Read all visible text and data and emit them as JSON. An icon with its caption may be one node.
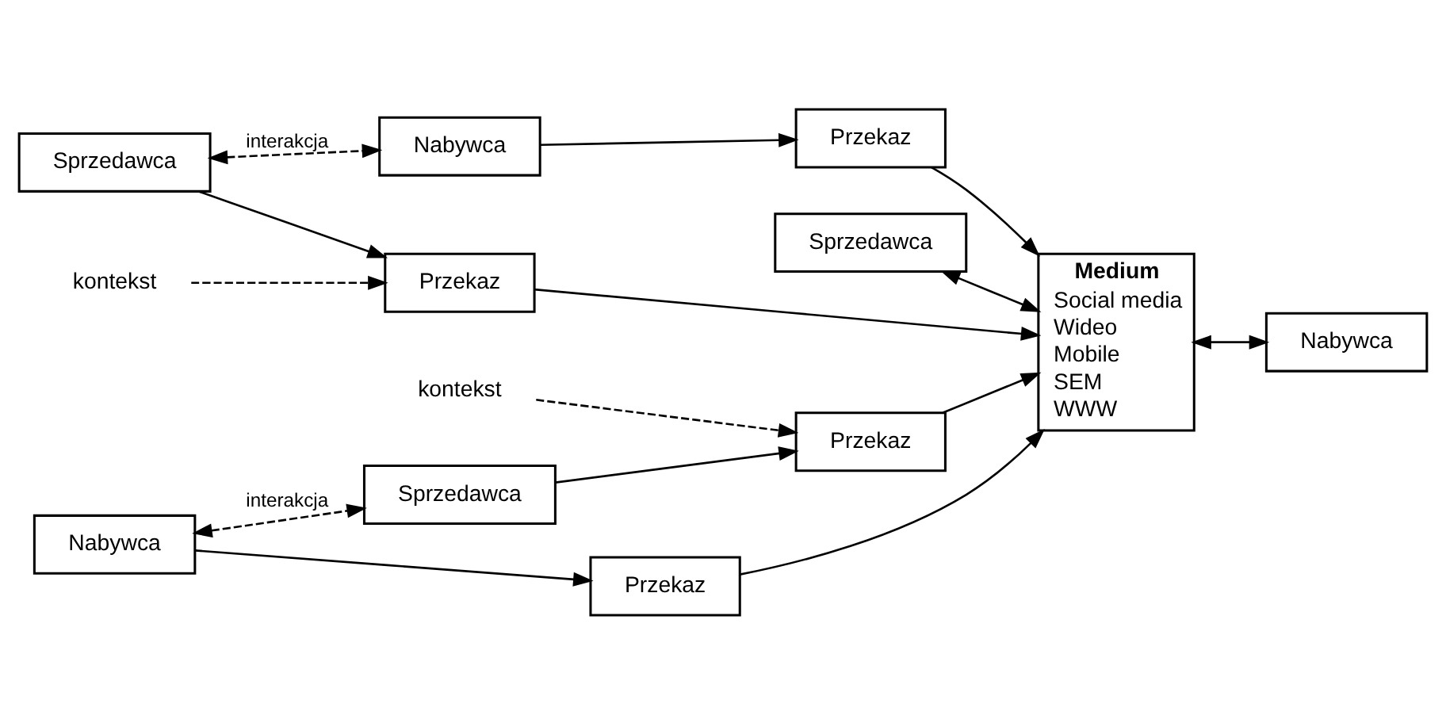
{
  "diagram": {
    "nodes": [
      {
        "text": [
          "Sprzedawca"
        ]
      },
      {
        "text": [
          "Przekaz"
        ]
      },
      {
        "text": [
          "kontekst"
        ]
      },
      {
        "text": [
          "Sprzedawca"
        ]
      },
      {
        "text": [
          "Medium",
          "Social media",
          "Wideo",
          "Mobile",
          "SEM",
          "WWW"
        ]
      },
      {
        "text": [
          "kontekst"
        ]
      },
      {
        "text": [
          "Sprzedawca"
        ]
      },
      {
        "text": [
          "Przekaz"
        ]
      },
      {
        "text": [
          "Przekaz"
        ]
      },
      {
        "text": [
          "Nabywca"
        ]
      },
      {
        "text": [
          "Nabywca"
        ]
      },
      {
        "text": [
          "Przekaz"
        ]
      },
      {
        "text": [
          "Nabywca"
        ]
      }
    ],
    "edges": [
      {
        "from": 0,
        "to": 1,
        "arrow": "to"
      },
      {
        "from": 2,
        "to": 1,
        "arrow": "to",
        "style": "dashed"
      },
      {
        "from": 1,
        "to": 4,
        "arrow": "to"
      },
      {
        "from": 3,
        "to": 4,
        "arrow": "both"
      },
      {
        "from": 5,
        "to": 7,
        "arrow": "to",
        "style": "dashed"
      },
      {
        "from": 6,
        "to": 7,
        "arrow": "to"
      },
      {
        "from": 7,
        "to": 4,
        "arrow": "to"
      },
      {
        "from": 0,
        "to": 9,
        "arrow": "both",
        "style": "dashed",
        "label": "interakcja"
      },
      {
        "from": 9,
        "to": 8,
        "arrow": "to"
      },
      {
        "from": 8,
        "to": 4,
        "arrow": "to"
      },
      {
        "from": 4,
        "to": 10,
        "arrow": "both"
      },
      {
        "from": 11,
        "to": 4,
        "arrow": "to"
      },
      {
        "from": 12,
        "to": 11,
        "arrow": "to"
      },
      {
        "from": 12,
        "to": 6,
        "arrow": "both",
        "style": "dashed",
        "label": "interakcja"
      }
    ]
  }
}
